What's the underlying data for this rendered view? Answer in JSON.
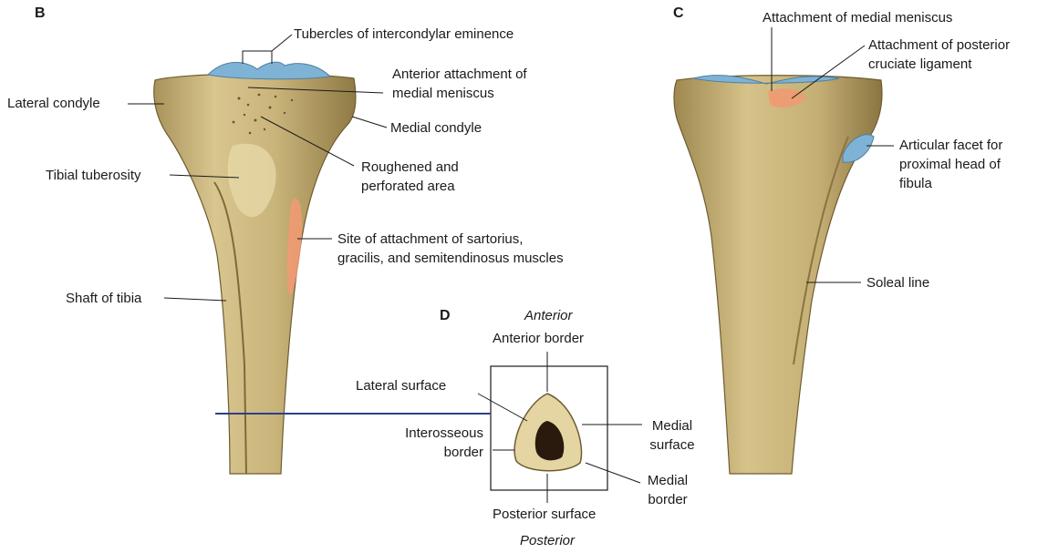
{
  "panels": {
    "b": "B",
    "c": "C",
    "d": "D"
  },
  "labels_b": {
    "tubercles": "Tubercles of intercondylar eminence",
    "anterior_attachment_1": "Anterior attachment of",
    "anterior_attachment_2": "medial meniscus",
    "lateral_condyle": "Lateral condyle",
    "medial_condyle": "Medial condyle",
    "tibial_tuberosity": "Tibial tuberosity",
    "roughened_1": "Roughened and",
    "roughened_2": "perforated area",
    "sartorius_1": "Site of attachment of sartorius,",
    "sartorius_2": "gracilis, and semitendinosus muscles",
    "shaft": "Shaft of tibia"
  },
  "labels_c": {
    "medial_meniscus": "Attachment of medial meniscus",
    "pcl_1": "Attachment of posterior",
    "pcl_2": "cruciate ligament",
    "facet_1": "Articular facet for",
    "facet_2": "proximal head of",
    "facet_3": "fibula",
    "soleal": "Soleal line"
  },
  "labels_d": {
    "anterior": "Anterior",
    "anterior_border": "Anterior border",
    "lateral_surface": "Lateral surface",
    "interosseous_1": "Interosseous",
    "interosseous_2": "border",
    "medial_surface_1": "Medial",
    "medial_surface_2": "surface",
    "medial_border_1": "Medial",
    "medial_border_2": "border",
    "posterior_surface": "Posterior surface",
    "posterior": "Posterior"
  },
  "colors": {
    "bone": "#c9b47a",
    "bone_light": "#e4d5a3",
    "bone_dark": "#8f7a45",
    "cartilage": "#7fb3d5",
    "muscle_attach": "#ef9a72",
    "leader": "#1a1a1a",
    "section_line": "#2f3f86"
  }
}
